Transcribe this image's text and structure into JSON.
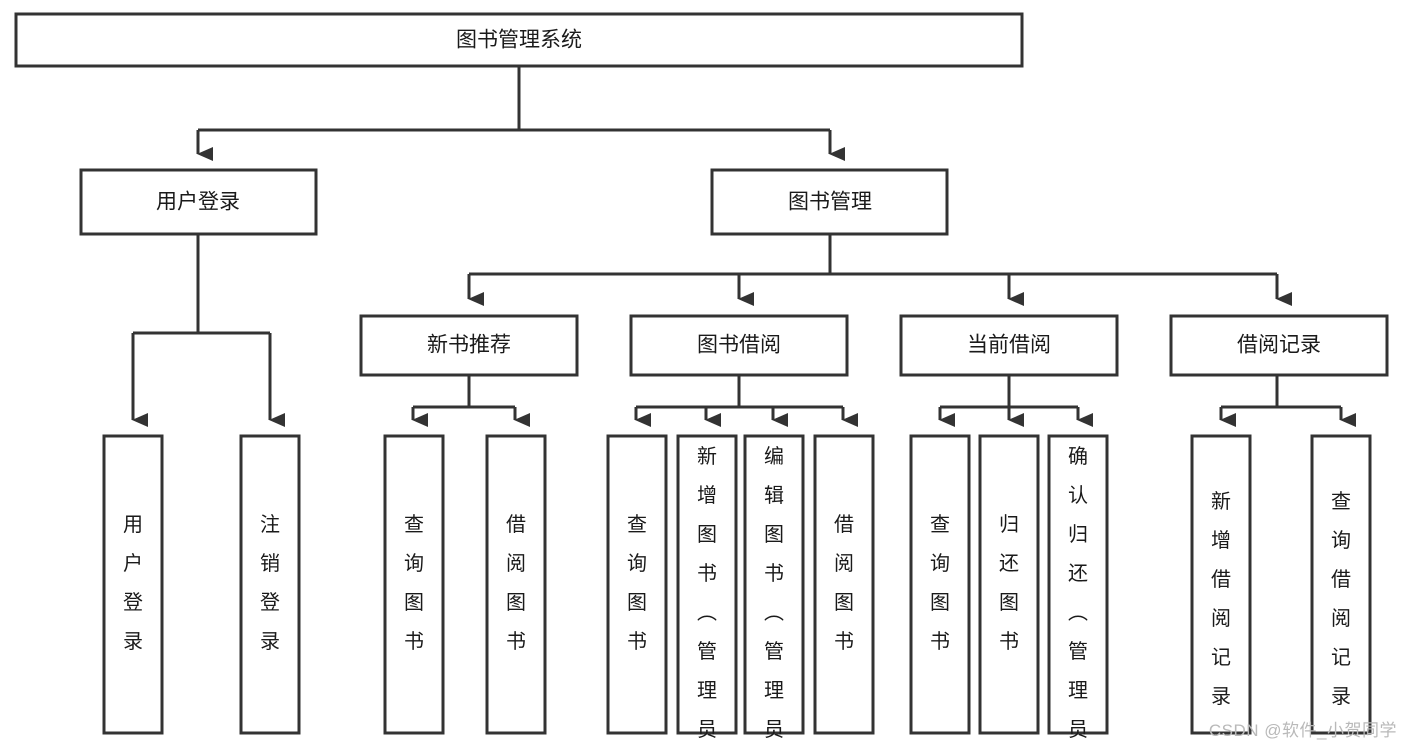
{
  "diagram": {
    "type": "tree-hierarchy",
    "title": "图书管理系统",
    "background_color": "#ffffff",
    "line_color": "#333333",
    "box_fill": "#ffffff",
    "root": {
      "id": "root",
      "label": "图书管理系统",
      "orientation": "horizontal"
    },
    "level1": [
      {
        "id": "user-login",
        "label": "用户登录",
        "orientation": "horizontal"
      },
      {
        "id": "book-management",
        "label": "图书管理",
        "orientation": "horizontal"
      }
    ],
    "level2": [
      {
        "id": "new-book-recommend",
        "label": "新书推荐",
        "parent": "book-management",
        "orientation": "horizontal"
      },
      {
        "id": "book-borrow",
        "label": "图书借阅",
        "parent": "book-management",
        "orientation": "horizontal"
      },
      {
        "id": "current-borrow",
        "label": "当前借阅",
        "parent": "book-management",
        "orientation": "horizontal"
      },
      {
        "id": "borrow-record",
        "label": "借阅记录",
        "parent": "book-management",
        "orientation": "horizontal"
      }
    ],
    "leaves": [
      {
        "id": "leaf-user-login",
        "label": "用户登录",
        "parent": "user-login",
        "orientation": "vertical"
      },
      {
        "id": "leaf-logout-login",
        "label": "注销登录",
        "parent": "user-login",
        "orientation": "vertical"
      },
      {
        "id": "leaf-query-book-1",
        "label": "查询图书",
        "parent": "new-book-recommend",
        "orientation": "vertical"
      },
      {
        "id": "leaf-borrow-book-1",
        "label": "借阅图书",
        "parent": "new-book-recommend",
        "orientation": "vertical"
      },
      {
        "id": "leaf-query-book-2",
        "label": "查询图书",
        "parent": "book-borrow",
        "orientation": "vertical"
      },
      {
        "id": "leaf-add-book",
        "label": "新增图书（管理员）",
        "parent": "book-borrow",
        "orientation": "vertical"
      },
      {
        "id": "leaf-edit-book",
        "label": "编辑图书（管理员）",
        "parent": "book-borrow",
        "orientation": "vertical"
      },
      {
        "id": "leaf-borrow-book-2",
        "label": "借阅图书",
        "parent": "book-borrow",
        "orientation": "vertical"
      },
      {
        "id": "leaf-query-book-3",
        "label": "查询图书",
        "parent": "current-borrow",
        "orientation": "vertical"
      },
      {
        "id": "leaf-return-book",
        "label": "归还图书",
        "parent": "current-borrow",
        "orientation": "vertical"
      },
      {
        "id": "leaf-confirm-return",
        "label": "确认归还（管理员）",
        "parent": "current-borrow",
        "orientation": "vertical"
      },
      {
        "id": "leaf-add-record",
        "label": "新增借阅记录",
        "parent": "borrow-record",
        "orientation": "vertical"
      },
      {
        "id": "leaf-query-record",
        "label": "查询借阅记录",
        "parent": "borrow-record",
        "orientation": "vertical"
      }
    ]
  },
  "watermark": {
    "text": "CSDN @软件_小贺同学"
  }
}
